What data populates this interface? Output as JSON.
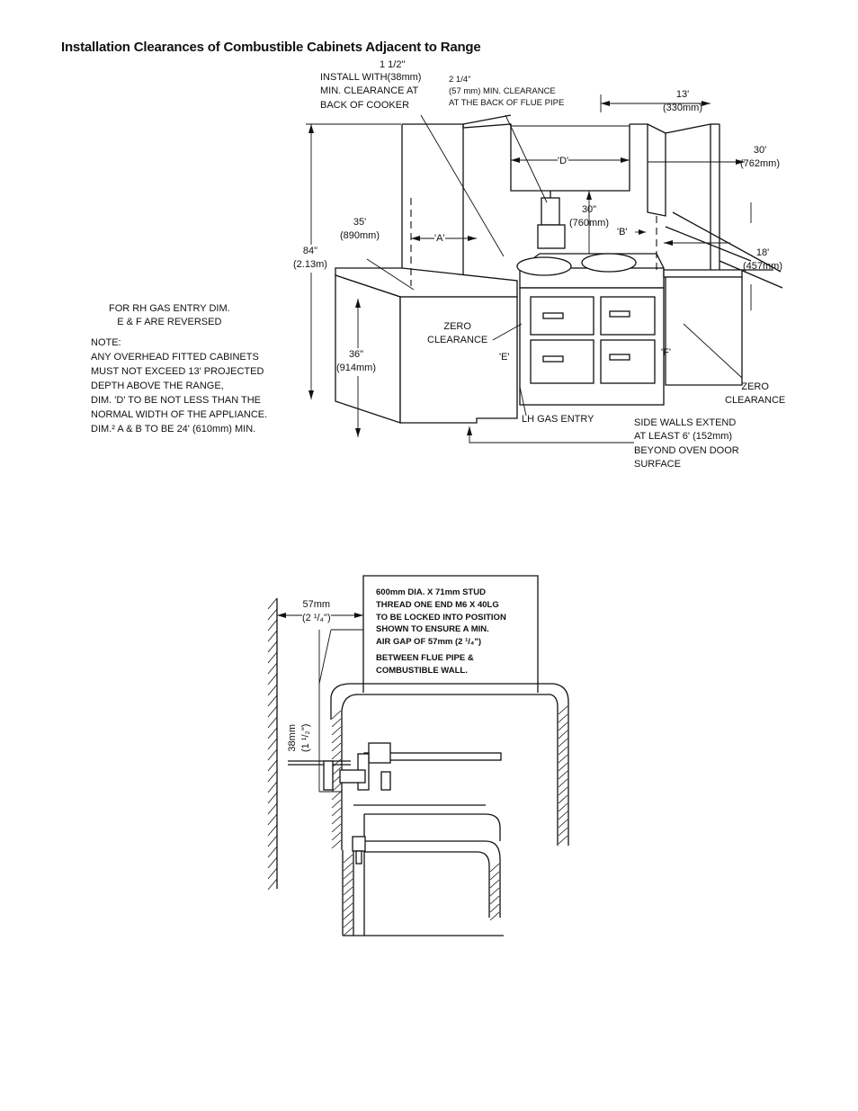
{
  "title": "Installation Clearances of Combustible Cabinets Adjacent to Range",
  "top_diagram": {
    "label_install_dim": "1 1/2\"",
    "label_install": [
      "INSTALL WITH(38mm)",
      "MIN. CLEARANCE AT",
      "BACK OF COOKER"
    ],
    "label_flue": [
      "2 1/4\"",
      "(57 mm) MIN. CLEARANCE",
      "AT THE BACK OF FLUE PIPE"
    ],
    "dim_13": [
      "13'",
      "(330mm)"
    ],
    "dim_30_top": [
      "30'",
      "(762mm)"
    ],
    "dim_D": "'D'",
    "dim_30_mid": [
      "30\"",
      "(760mm)"
    ],
    "dim_35": [
      "35'",
      "(890mm)"
    ],
    "dim_A": "'A'",
    "dim_B": "'B'",
    "dim_84": [
      "84\"",
      "(2.13m)"
    ],
    "dim_18": [
      "18'",
      "(457mm)"
    ],
    "dim_36": [
      "36\"",
      "(914mm)"
    ],
    "zero_clearance_left": [
      "ZERO",
      "CLEARANCE"
    ],
    "dim_E": "'E'",
    "dim_F": "'F'",
    "zero_clearance_right": [
      "ZERO",
      "CLEARANCE"
    ],
    "lh_gas_entry": "LH GAS ENTRY",
    "side_walls": [
      "SIDE WALLS EXTEND",
      "AT LEAST 6' (152mm)",
      "BEYOND OVEN DOOR",
      "SURFACE"
    ],
    "rh_gas": [
      "FOR RH GAS ENTRY DIM.",
      "E & F ARE REVERSED"
    ],
    "note": [
      "NOTE:",
      "ANY OVERHEAD FITTED CABINETS",
      "MUST NOT EXCEED 13' PROJECTED",
      "DEPTH ABOVE THE RANGE,",
      "DIM. 'D' TO BE NOT LESS THAN THE",
      "NORMAL WIDTH OF THE APPLIANCE.",
      "DIM.² A & B TO BE 24' (610mm) MIN."
    ]
  },
  "bottom_diagram": {
    "dim_57": [
      "57mm",
      "(2 ¹/₄\")"
    ],
    "dim_38": [
      "38mm",
      "(1 ¹/₂\")"
    ],
    "stud_note": [
      "600mm DIA. X 71mm STUD",
      "THREAD ONE END M6 X 40LG",
      "TO BE LOCKED INTO POSITION",
      "SHOWN TO ENSURE A MIN.",
      "AIR GAP OF 57mm (2 ¹/₄\")",
      "BETWEEN FLUE PIPE &",
      "COMBUSTIBLE WALL."
    ]
  }
}
